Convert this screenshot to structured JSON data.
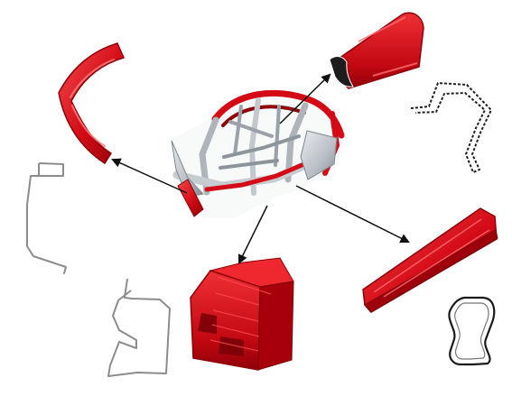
{
  "diagram": {
    "colors": {
      "background": "#ffffff",
      "part_red": "#d40b16",
      "part_red_dark": "#8f0008",
      "part_red_light": "#f34a4e",
      "frame_gray": "#b9bec4",
      "frame_gray_dark": "#7f8790",
      "arrow": "#101010",
      "profile_outline": "#8c8c8c",
      "profile_dark": "#202020"
    },
    "center_item": {
      "name": "body-in-white-frame",
      "type": "car-body-frame"
    },
    "parts": [
      {
        "name": "roof-side-rail-curved-part",
        "profile": "s-shaped-c-channel-profile"
      },
      {
        "name": "rear-crossmember-part",
        "profile": "hat-section-profile"
      },
      {
        "name": "floor-member-block-part",
        "profile": "stepped-c-profile"
      },
      {
        "name": "side-sill-rail-part",
        "profile": "closed-tube-profile"
      }
    ],
    "labels": []
  }
}
